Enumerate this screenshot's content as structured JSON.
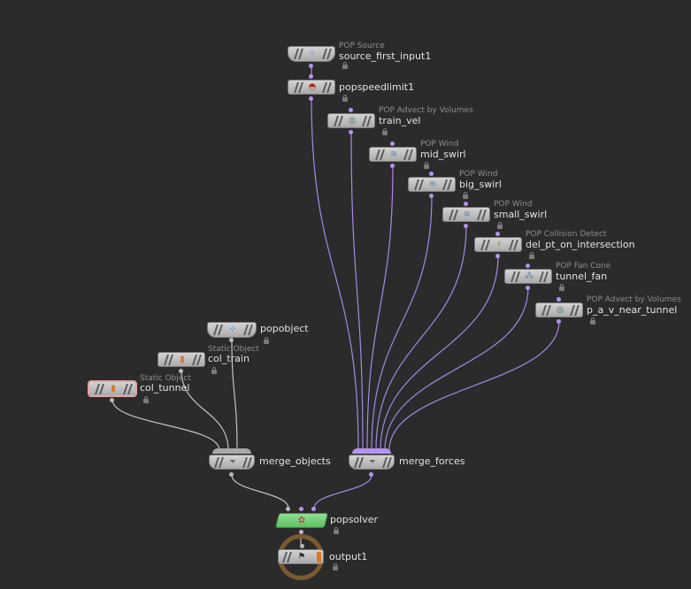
{
  "colors": {
    "background": "#2b2b2b",
    "wire_gray": "#c2c2c2",
    "wire_purple": "#a48ae6",
    "node_gray": "#bdbdbd",
    "solver_green": "#76d37b",
    "selected_outline": "#e6a3a3",
    "display_ring": "#7a5a30"
  },
  "nodes": {
    "source_first_input1": {
      "type_label": "POP Source",
      "name": "source_first_input1",
      "icon": "source-icon"
    },
    "popspeedlimit1": {
      "type_label": "",
      "name": "popspeedlimit1",
      "icon": "speedometer-icon"
    },
    "train_vel": {
      "type_label": "POP Advect by Volumes",
      "name": "train_vel",
      "icon": "advect-sphere-icon"
    },
    "mid_swirl": {
      "type_label": "POP Wind",
      "name": "mid_swirl",
      "icon": "wind-icon"
    },
    "big_swirl": {
      "type_label": "POP Wind",
      "name": "big_swirl",
      "icon": "wind-icon"
    },
    "small_swirl": {
      "type_label": "POP Wind",
      "name": "small_swirl",
      "icon": "wind-icon"
    },
    "del_pt_on_intersection": {
      "type_label": "POP Collision Detect",
      "name": "del_pt_on_intersection",
      "icon": "collision-icon"
    },
    "tunnel_fan": {
      "type_label": "POP Fan Cone",
      "name": "tunnel_fan",
      "icon": "fan-cone-icon"
    },
    "p_a_v_near_tunnel": {
      "type_label": "POP Advect by Volumes",
      "name": "p_a_v_near_tunnel",
      "icon": "advect-sphere-icon"
    },
    "popobject": {
      "type_label": "",
      "name": "popobject",
      "icon": "particles-icon"
    },
    "col_train": {
      "type_label": "Static Object",
      "name": "col_train",
      "icon": "static-object-icon"
    },
    "col_tunnel": {
      "type_label": "Static Object",
      "name": "col_tunnel",
      "icon": "static-object-icon"
    },
    "merge_objects": {
      "type_label": "",
      "name": "merge_objects",
      "icon": "merge-funnel-icon"
    },
    "merge_forces": {
      "type_label": "",
      "name": "merge_forces",
      "icon": "merge-funnel-icon"
    },
    "popsolver": {
      "type_label": "",
      "name": "popsolver",
      "icon": "solver-icon"
    },
    "output1": {
      "type_label": "",
      "name": "output1",
      "icon": "output-icon"
    }
  }
}
